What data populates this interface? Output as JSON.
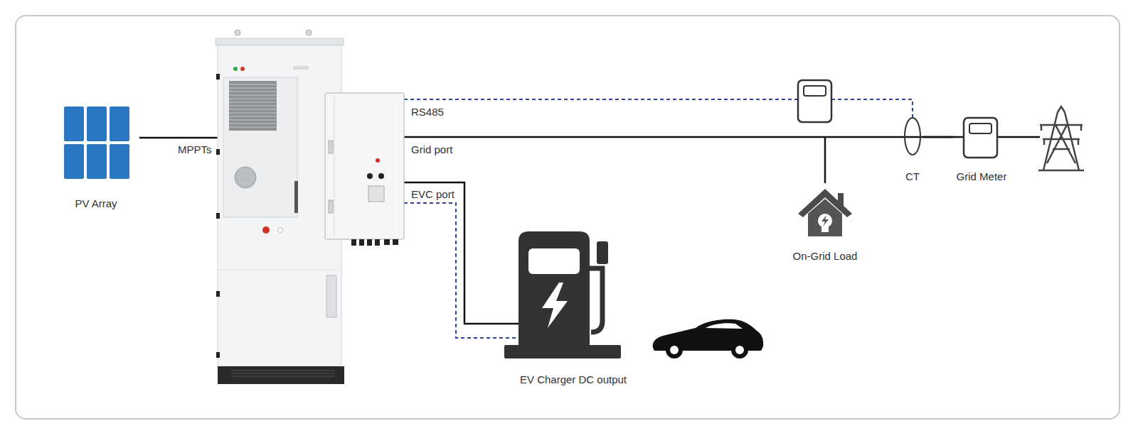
{
  "diagram": {
    "nodes": [
      {
        "text": [
          "PV Array"
        ]
      },
      {
        "text": [
          "EV Charger DC output"
        ]
      },
      {
        "text": [
          "On-Grid Load"
        ]
      },
      {
        "text": [
          "CT"
        ]
      },
      {
        "text": [
          "Grid Meter"
        ]
      }
    ],
    "edges": [
      {
        "from": 3,
        "to": 4,
        "arrow": "none"
      }
    ],
    "labels": [
      "MPPTs",
      "RS485",
      "Grid port",
      "EVC port"
    ]
  }
}
